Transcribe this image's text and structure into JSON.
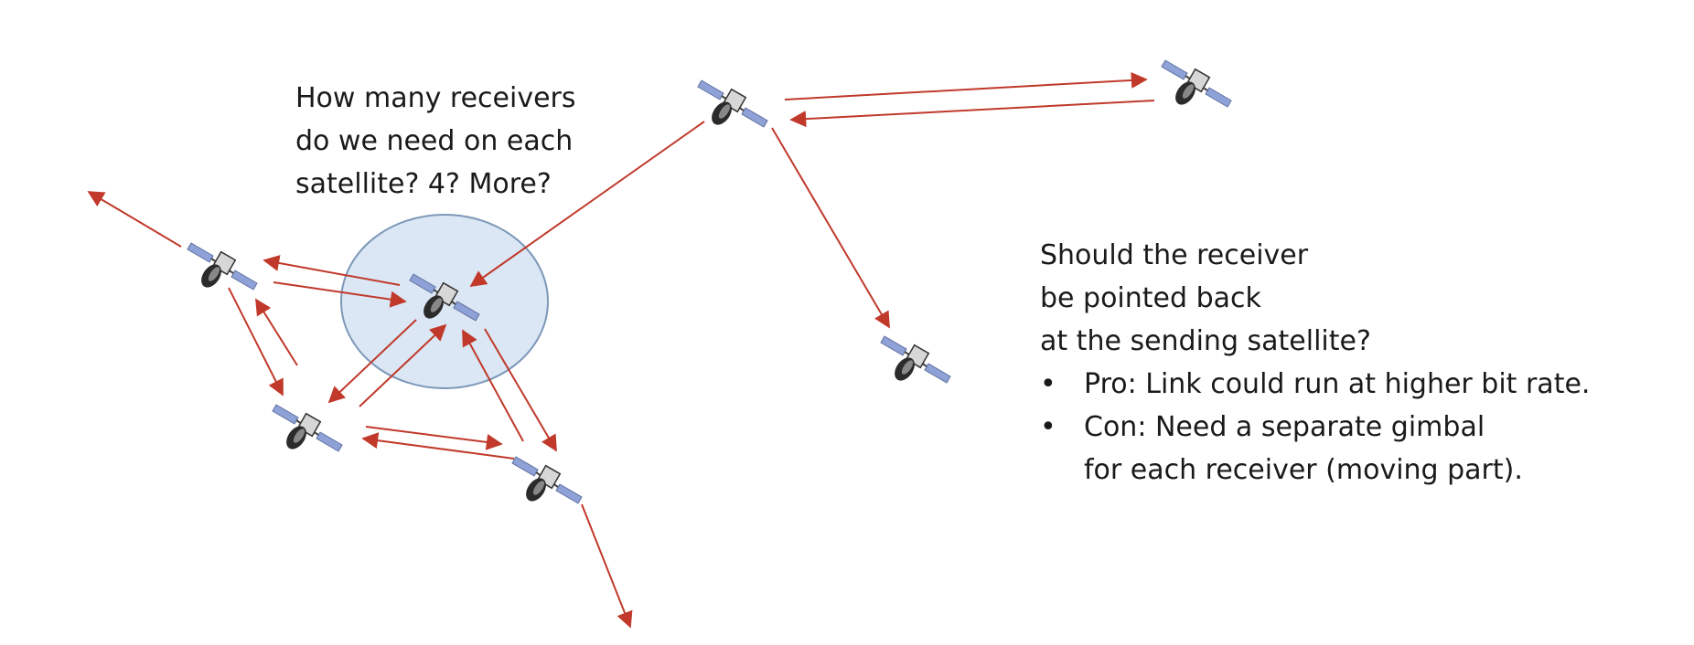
{
  "question": {
    "lines": [
      "How many receivers",
      "do we need on each",
      "satellite? 4? More?"
    ]
  },
  "note": {
    "lines": [
      "Should the receiver",
      "be pointed back",
      "at the sending satellite?"
    ],
    "bullets": [
      {
        "mark": "•",
        "lines": [
          "Pro: Link could run at higher bit rate."
        ]
      },
      {
        "mark": "•",
        "lines": [
          "Con: Need a separate gimbal",
          "for each receiver (moving part)."
        ]
      }
    ]
  },
  "colors": {
    "arrow": "#c0392b",
    "highlight_fill": "#dbe7f4",
    "highlight_stroke": "#7d98b8",
    "panel": "#8fa2d8"
  },
  "icons": [
    "satellite-icon"
  ]
}
